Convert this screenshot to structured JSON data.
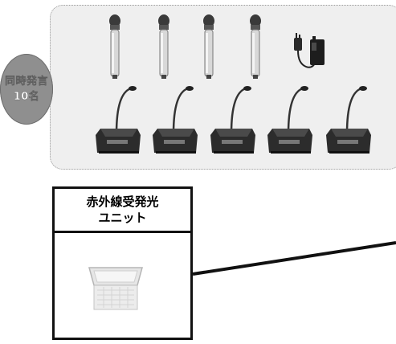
{
  "badge": {
    "line1": "同時発言",
    "line2": "10名"
  },
  "ir_unit": {
    "title_line1": "赤外線受発光",
    "title_line2": "ユニット"
  },
  "devices": {
    "handheld_mic_count": 4,
    "gooseneck_mic_count": 5
  },
  "colors": {
    "panel_bg": "#efefef",
    "badge_bg": "#8f8f8f",
    "line": "#111111"
  }
}
